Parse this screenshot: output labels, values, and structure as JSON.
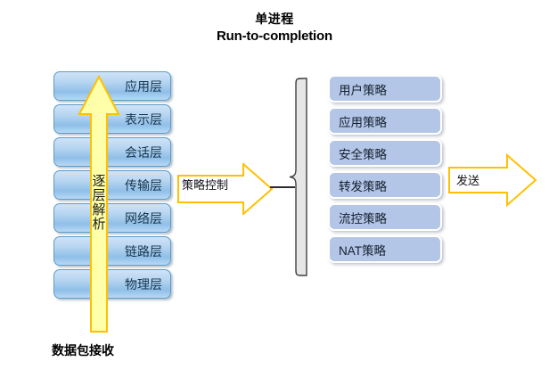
{
  "title": {
    "line_cn": "单进程",
    "line_en": "Run-to-completion"
  },
  "osi_stack": {
    "name": "osi-protocol-stack",
    "layers": [
      {
        "label": "应用层"
      },
      {
        "label": "表示层"
      },
      {
        "label": "会话层"
      },
      {
        "label": "传输层"
      },
      {
        "label": "网络层"
      },
      {
        "label": "链路层"
      },
      {
        "label": "物理层"
      }
    ]
  },
  "up_arrow": {
    "label": "逐层解析",
    "chars": [
      "逐",
      "层",
      "解",
      "析"
    ],
    "fill": "#FFFFAA",
    "stroke": "#FFC000"
  },
  "packet_receive_caption": "数据包接收",
  "policy_arrow": {
    "label": "策略控制",
    "fill": "#FFFFFF",
    "stroke": "#FFC000"
  },
  "brace": {
    "name": "left-curly-brace",
    "fill": "#E6E6E6",
    "stroke": "#404040"
  },
  "policy_list": {
    "name": "policy-engine-list",
    "items": [
      {
        "label": "用户策略"
      },
      {
        "label": "应用策略"
      },
      {
        "label": "安全策略"
      },
      {
        "label": "转发策略"
      },
      {
        "label": "流控策略"
      },
      {
        "label": "NAT策略"
      }
    ],
    "fill": "#B3C6E7"
  },
  "send_arrow": {
    "label": "发送",
    "fill": "#FFFFFF",
    "stroke": "#FFC000"
  },
  "colors": {
    "background": "#FFFFFF",
    "osi_box_border": "#5C9CCC",
    "osi_box_fill": "#B4D4F0",
    "accent_gold": "#FFC000",
    "text": "#000000"
  }
}
